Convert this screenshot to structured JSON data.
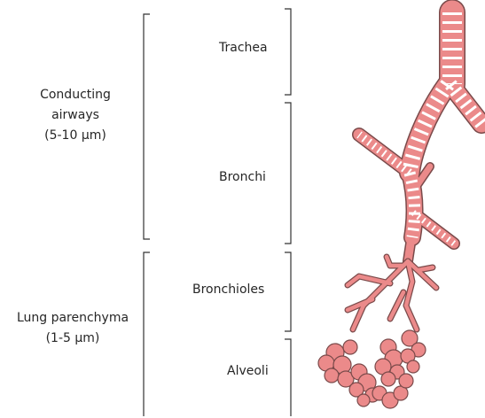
{
  "groups": {
    "conducting": {
      "line1": "Conducting",
      "line2": "airways",
      "line3": "(5-10 µm)"
    },
    "parenchyma": {
      "line1": "Lung parenchyma",
      "line2": "(1-5 µm)"
    }
  },
  "regions": {
    "trachea": "Trachea",
    "bronchi": "Bronchi",
    "bronchioles": "Bronchioles",
    "alveoli": "Alveoli"
  },
  "colors": {
    "airway_fill": "#EB8A8A",
    "airway_outline": "#7A4A4A",
    "ring": "#FFFFFF",
    "bracket": "#333333",
    "text": "#262626"
  }
}
